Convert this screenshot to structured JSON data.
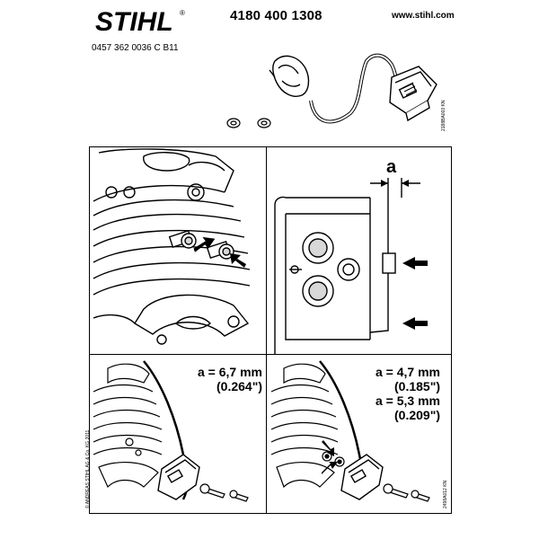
{
  "header": {
    "brand": "STIHL",
    "registered_mark": "®",
    "part_number": "4180 400 1308",
    "website": "www.stihl.com",
    "document_number": "0457 362 0036 C B11"
  },
  "image_codes": {
    "top_right": "2188BA003 KN",
    "bottom_right": "2498A012 KN"
  },
  "copyright": "© ANDREAS STIHL AG & Co. KG 2011",
  "detail": {
    "dimension_label": "a"
  },
  "variant_left": {
    "measure_mm": "a = 6,7 mm",
    "measure_in": "(0.264\")"
  },
  "variant_right": {
    "measure1_mm": "a = 4,7 mm",
    "measure1_in": "(0.185\")",
    "measure2_mm": "a = 5,3 mm",
    "measure2_in": "(0.209\")"
  },
  "colors": {
    "ink": "#000000",
    "paper": "#ffffff",
    "shade": "#d8d8d8"
  }
}
